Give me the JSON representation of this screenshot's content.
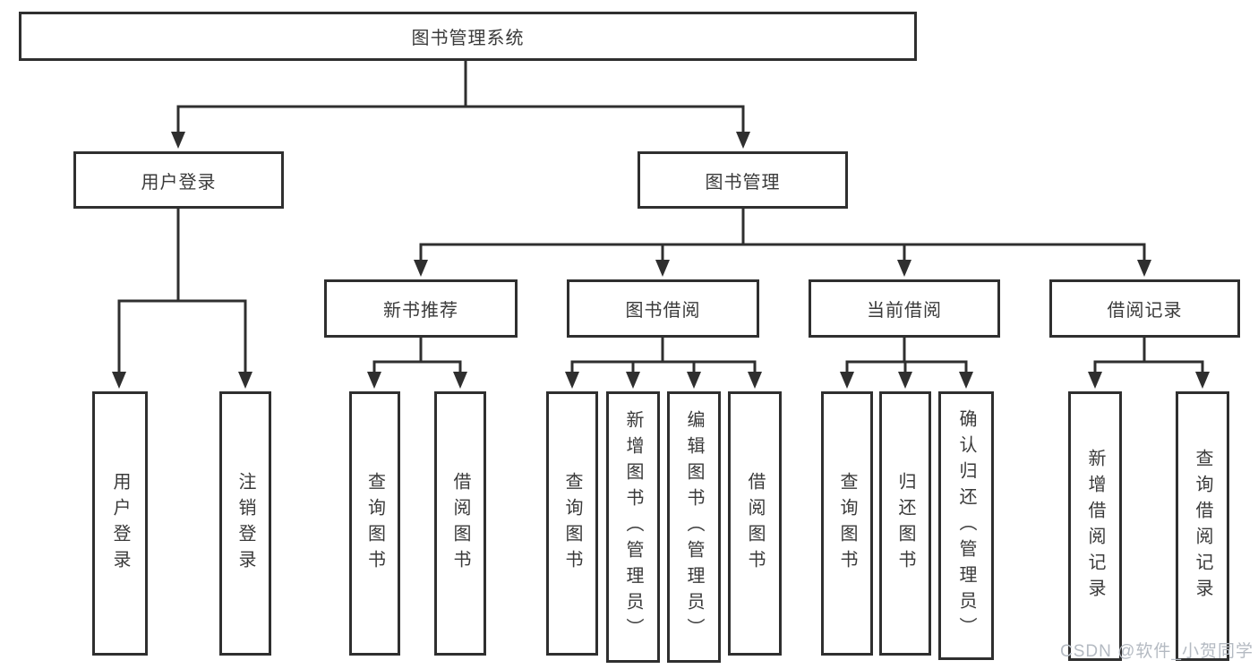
{
  "diagram": {
    "colors": {
      "line": "#2f2f2f",
      "text": "#3a3a3a",
      "background": "#ffffff",
      "watermark": "#b4bac2"
    },
    "tree": {
      "label": "图书管理系统",
      "children": [
        {
          "label": "用户登录",
          "children": [
            {
              "label": "用户登录"
            },
            {
              "label": "注销登录"
            }
          ]
        },
        {
          "label": "图书管理",
          "children": [
            {
              "label": "新书推荐",
              "children": [
                {
                  "label": "查询图书"
                },
                {
                  "label": "借阅图书"
                }
              ]
            },
            {
              "label": "图书借阅",
              "children": [
                {
                  "label": "查询图书"
                },
                {
                  "label": "新增图书（管理员）"
                },
                {
                  "label": "编辑图书（管理员）"
                },
                {
                  "label": "借阅图书"
                }
              ]
            },
            {
              "label": "当前借阅",
              "children": [
                {
                  "label": "查询图书"
                },
                {
                  "label": "归还图书"
                },
                {
                  "label": "确认归还（管理员）"
                }
              ]
            },
            {
              "label": "借阅记录",
              "children": [
                {
                  "label": "新增借阅记录"
                },
                {
                  "label": "查询借阅记录"
                }
              ]
            }
          ]
        }
      ]
    },
    "watermark": "CSDN @软件_小贺同学"
  }
}
